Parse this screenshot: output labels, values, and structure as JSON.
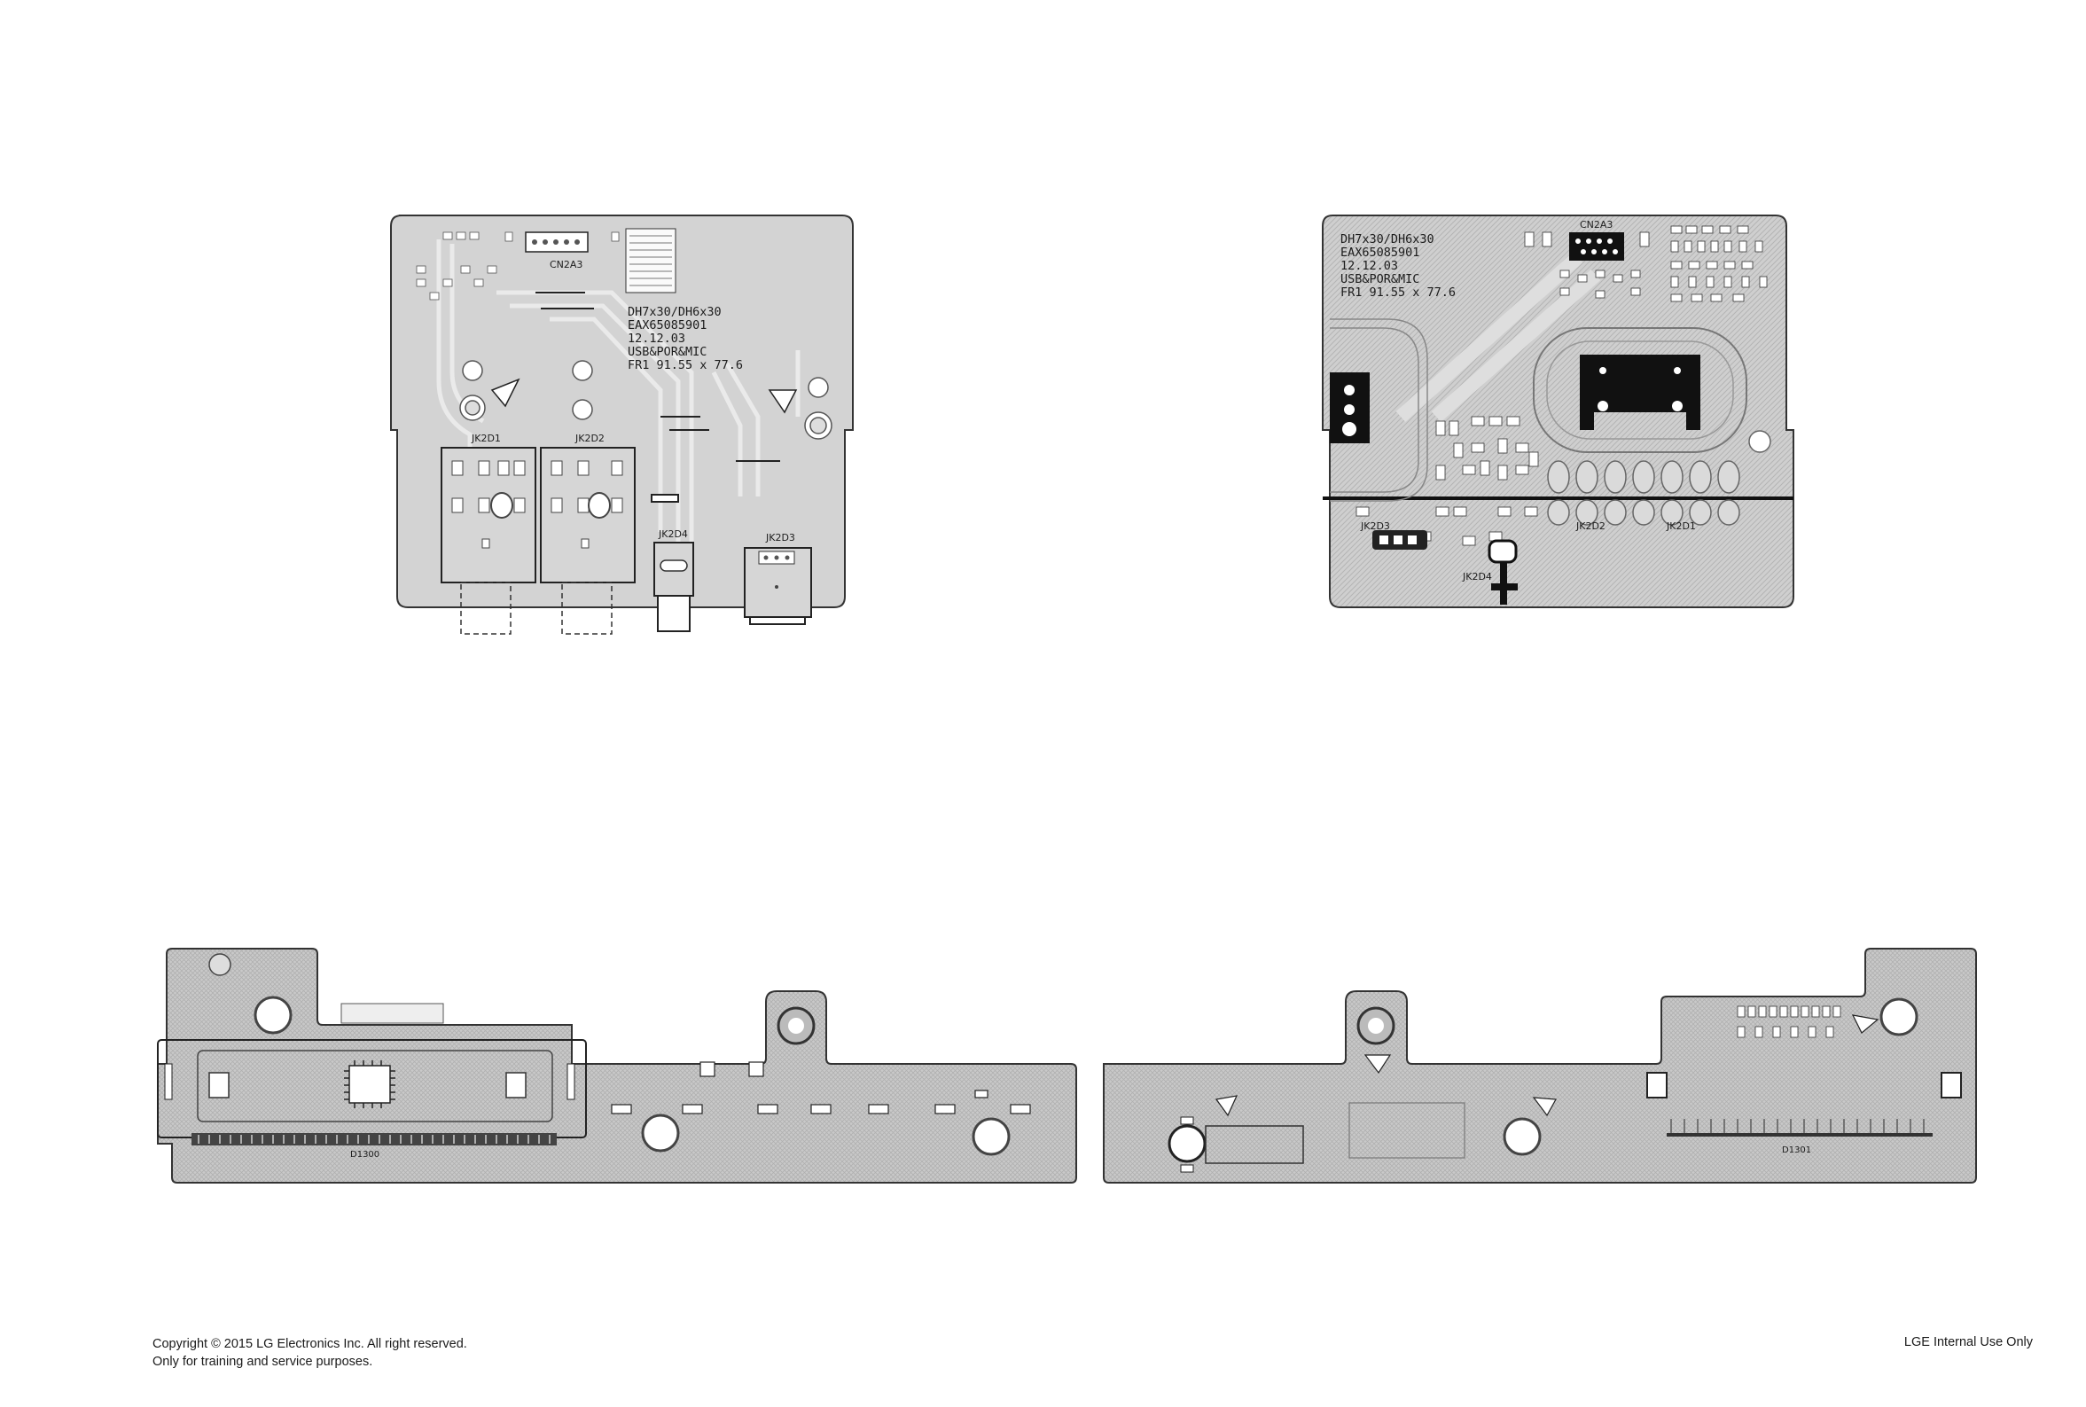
{
  "board1_top": {
    "title_lines": [
      "DH7x30/DH6x30",
      "EAX65085901",
      "12.12.03",
      "USB&POR&MIC",
      "FR1 91.55 x 77.6"
    ],
    "refs": [
      "CN2A3",
      "JK2D1",
      "JK2D2",
      "JK2D4",
      "JK2D3"
    ]
  },
  "board2_bottom": {
    "title_lines": [
      "DH7x30/DH6x30",
      "EAX65085901",
      "12.12.03",
      "USB&POR&MIC",
      "FR1 91.55 x 77.6"
    ],
    "refs": [
      "CN2A3",
      "JK2D3",
      "JK2D4",
      "JK2D2",
      "JK2D1"
    ]
  },
  "board3_front": {
    "refs": [
      "D1300"
    ]
  },
  "board4_front": {
    "refs": [
      "D1301"
    ]
  },
  "footer": {
    "copyright": "Copyright © 2015 LG Electronics Inc. All right reserved.",
    "purpose": "Only for training and service purposes.",
    "internal": "LGE Internal Use Only"
  }
}
